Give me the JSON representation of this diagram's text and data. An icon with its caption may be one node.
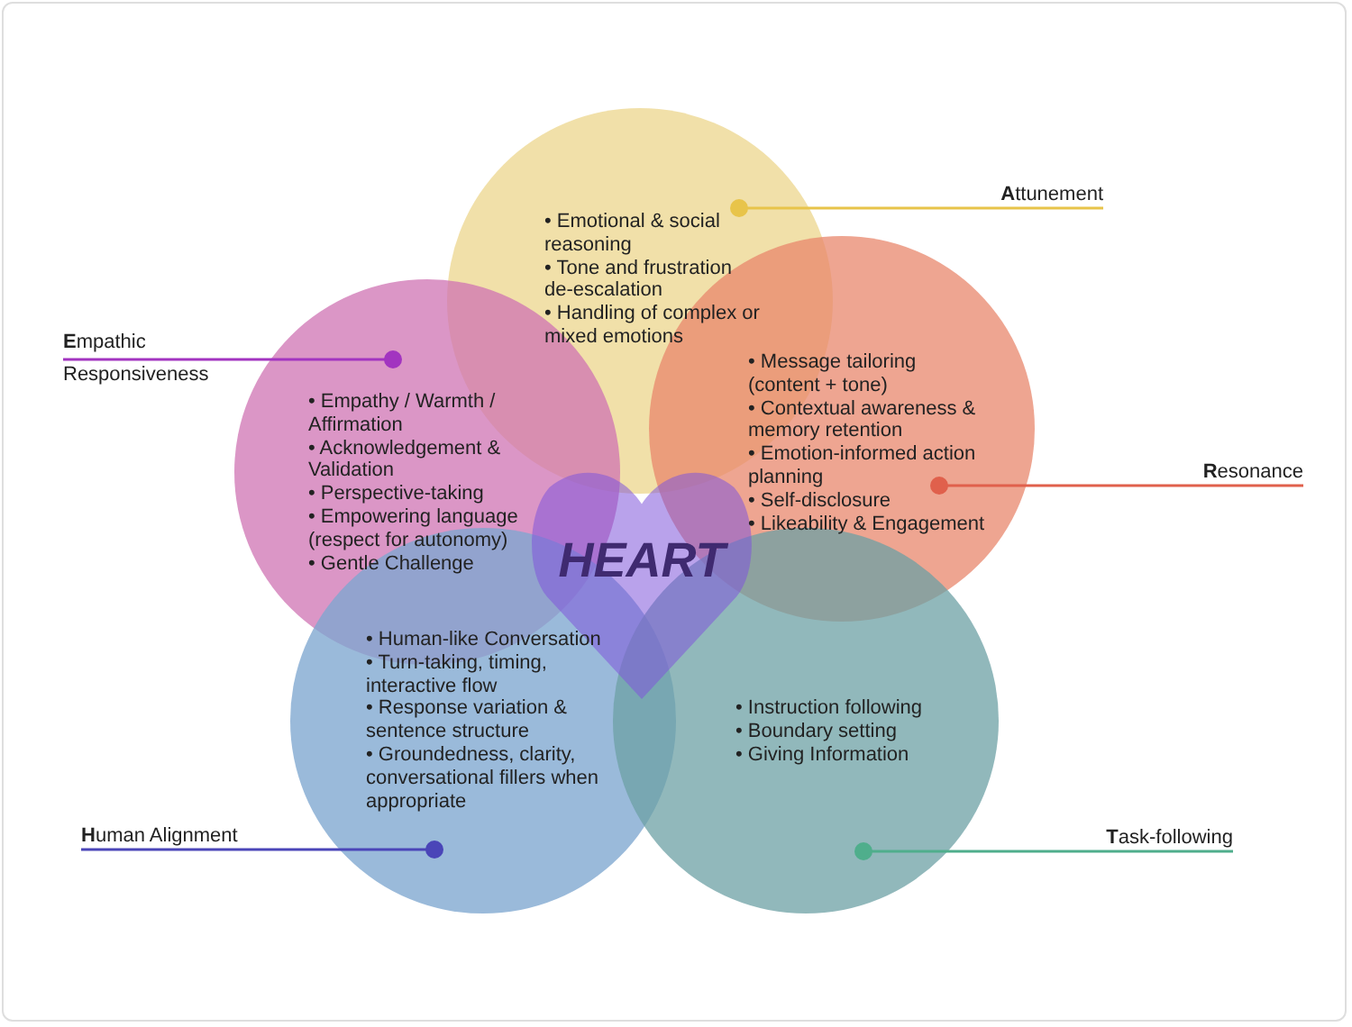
{
  "diagram": {
    "nodes": [
      {
        "text": [
          "• Emotional & social reasoning",
          "• Tone and frustration de-escalation",
          "• Handling of complex or mixed emotions"
        ]
      },
      {
        "text": [
          "**A**ttunement"
        ]
      },
      {
        "text": [
          "**E**mpathic Responsiveness"
        ]
      },
      {
        "text": [
          "• Empathy / Warmth / Affirmation",
          "• Acknowledgement & Validation",
          "• Perspective-taking",
          "• Empowering language (respect for autonomy)",
          "• Gentle Challenge"
        ]
      },
      {
        "text": [
          "• Message tailoring (content + tone)",
          "• Contextual awareness & memory retention",
          "• Emotion-informed action planning",
          "• Self-disclosure",
          "• Likeability & Engagement"
        ]
      },
      {
        "text": [
          "**R**esonance"
        ]
      },
      {
        "text": [
          "HEART"
        ]
      },
      {
        "text": [
          "• Human-like Conversation",
          "• Turn-taking, timing, interactive flow",
          "• Response variation & sentence structure",
          "• Groundedness, clarity, conversational fillers when appropriate"
        ]
      },
      {
        "text": [
          "• Instruction following",
          "• Boundary setting",
          "• Giving Information"
        ]
      },
      {
        "text": [
          "**H**uman Alignment"
        ]
      },
      {
        "text": [
          "**T**ask-following"
        ]
      }
    ],
    "edges": [
      {
        "from": 1,
        "to": 0,
        "arrow": "other",
        "color": "#e8c44a"
      },
      {
        "from": 2,
        "to": 3,
        "arrow": "other",
        "color": "#a234c0"
      },
      {
        "from": 5,
        "to": 4,
        "arrow": "other",
        "color": "#e0604c"
      },
      {
        "from": 9,
        "to": 7,
        "arrow": "other",
        "color": "#4a45b8"
      },
      {
        "from": 10,
        "to": 8,
        "arrow": "other",
        "color": "#4fae8c"
      }
    ]
  }
}
